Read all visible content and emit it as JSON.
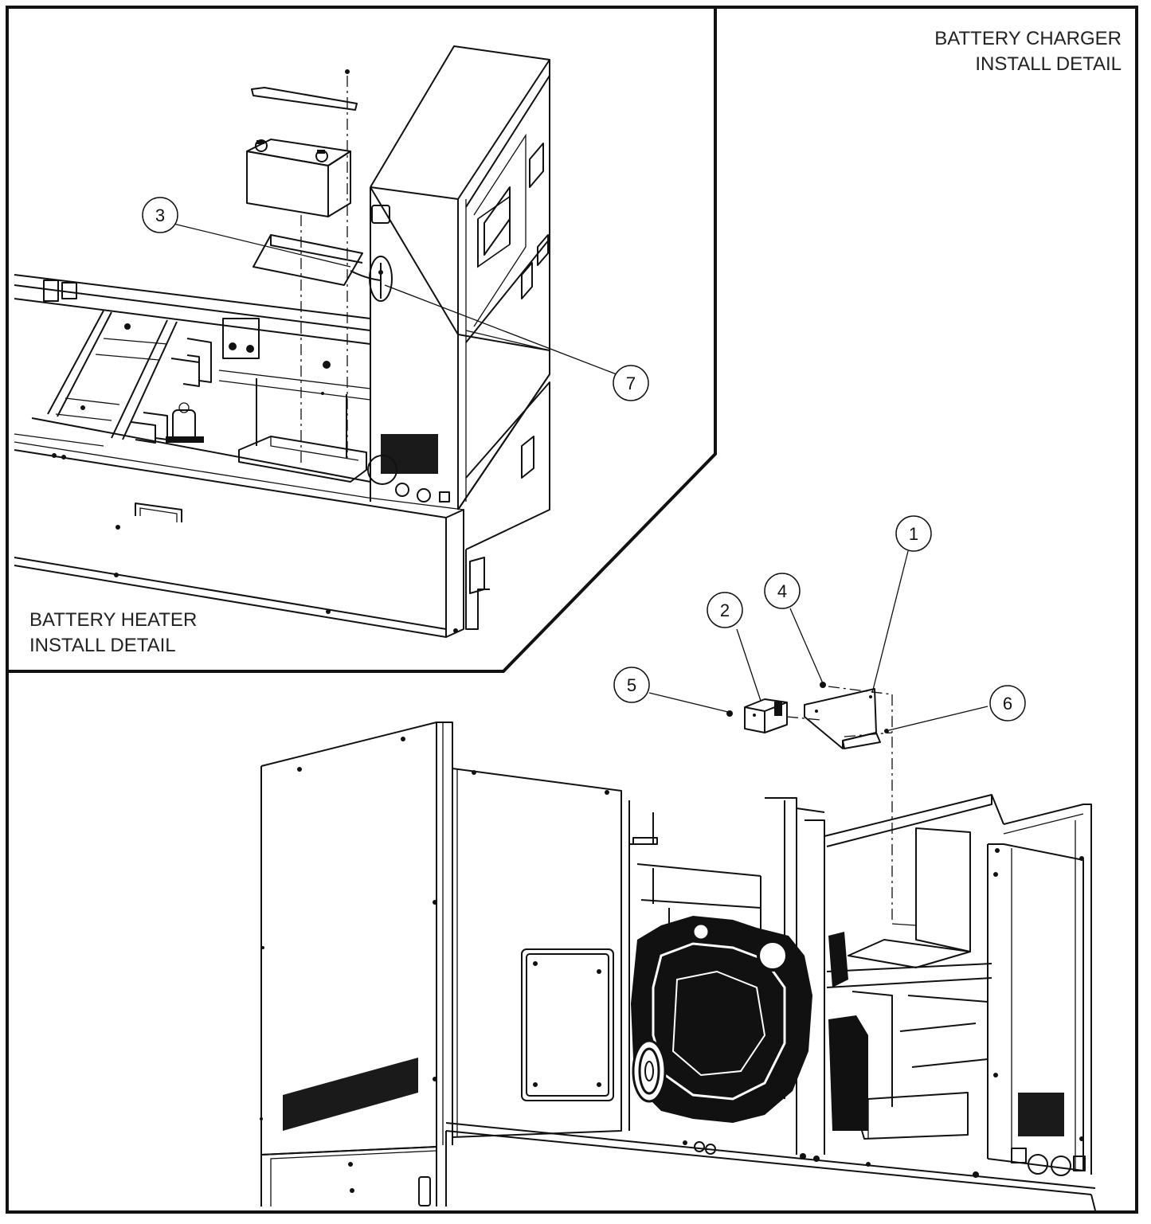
{
  "labels": {
    "charger_line1": "BATTERY CHARGER",
    "charger_line2": "INSTALL DETAIL",
    "heater_line1": "BATTERY HEATER",
    "heater_line2": "INSTALL DETAIL"
  },
  "callouts": [
    "1",
    "2",
    "3",
    "4",
    "5",
    "6",
    "7"
  ],
  "colors": {
    "line": "#111111",
    "background": "#ffffff"
  }
}
